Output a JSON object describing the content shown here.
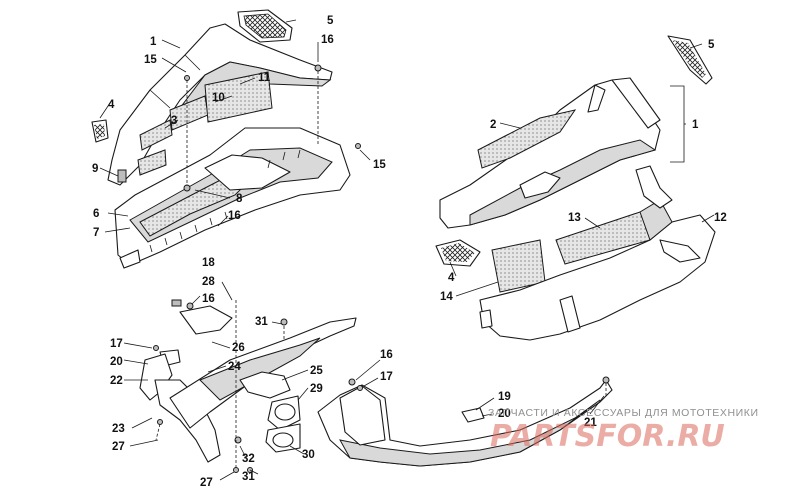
{
  "labels": {
    "1": "1",
    "2": "2",
    "3": "3",
    "4": "4",
    "5": "5",
    "6": "6",
    "7": "7",
    "8": "8",
    "9": "9",
    "10": "10",
    "11": "11",
    "12": "12",
    "13": "13",
    "14": "14",
    "15": "15",
    "16": "16",
    "17": "17",
    "18": "18",
    "19": "19",
    "20": "20",
    "21": "21",
    "22": "22",
    "23": "23",
    "24": "24",
    "25": "25",
    "26": "26",
    "27": "27",
    "28": "28",
    "29": "29",
    "30": "30",
    "31": "31",
    "32": "32"
  },
  "watermark": {
    "tagline": "ЗАПЧАСТИ И АКСЕССУАРЫ ДЛЯ МОТОТЕХНИКИ",
    "brand": "PARTSFOR.RU"
  }
}
